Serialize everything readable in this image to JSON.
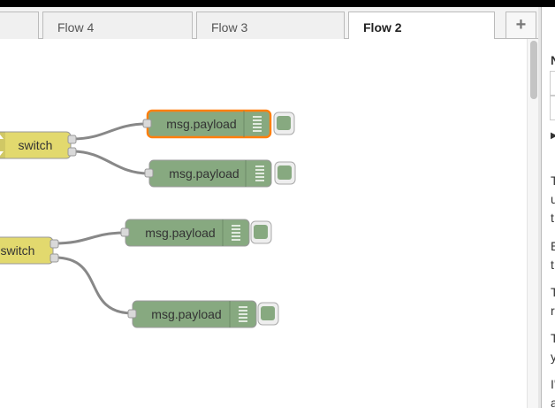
{
  "tabs": [
    {
      "label": ""
    },
    {
      "label": "Flow 4"
    },
    {
      "label": "Flow 3"
    },
    {
      "label": "Flow 2",
      "active": true
    }
  ],
  "add_tab_label": "+",
  "colors": {
    "switch_node": "#e2d96e",
    "debug_node": "#87a980",
    "selected_outline": "#ff7f0e",
    "wire": "#888888"
  },
  "nodes": {
    "switch_1": {
      "label": "switch",
      "icon": "switch-icon"
    },
    "switch_2": {
      "label": "switch",
      "icon": "switch-icon"
    },
    "debug_1": {
      "label": "msg.payload",
      "icon": "debug-list-icon",
      "selected": true
    },
    "debug_2": {
      "label": "msg.payload",
      "icon": "debug-list-icon"
    },
    "debug_3": {
      "label": "msg.payload",
      "icon": "debug-list-icon"
    },
    "debug_4": {
      "label": "msg.payload",
      "icon": "debug-list-icon"
    }
  },
  "sidebar": {
    "heading_char": "N",
    "text_fragments": [
      "T",
      "u",
      "t",
      "E",
      "t",
      "T",
      "r",
      "T",
      "y",
      "I'",
      "a"
    ]
  }
}
